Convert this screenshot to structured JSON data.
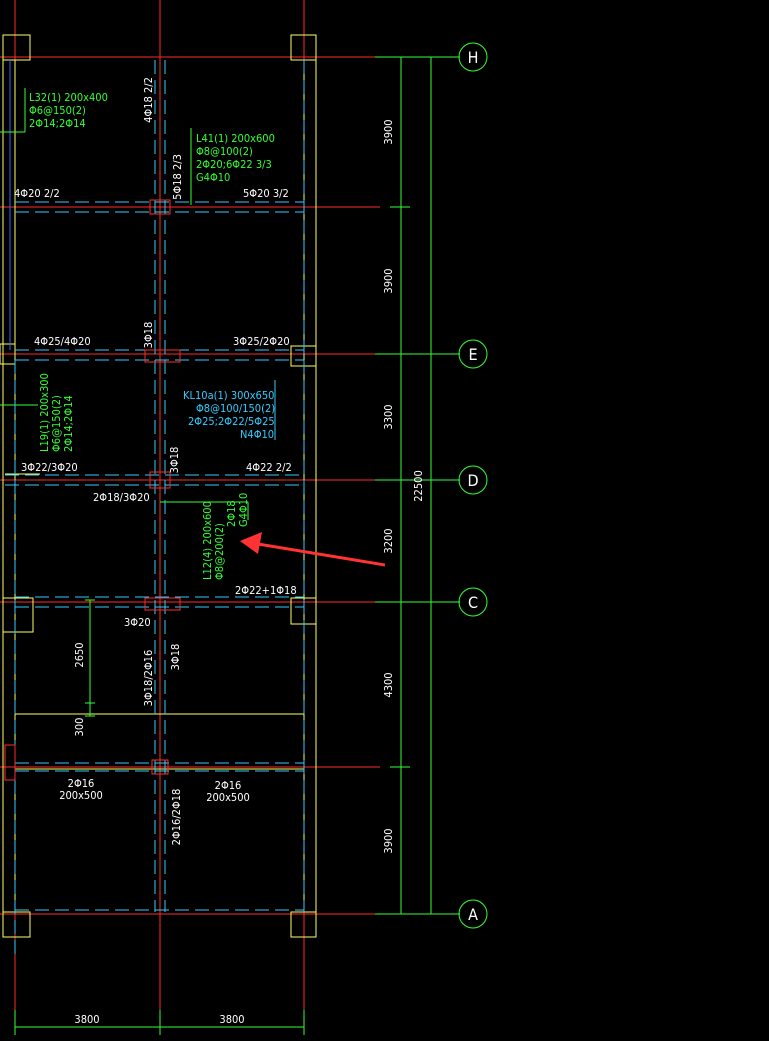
{
  "colors": {
    "background": "#000000",
    "axis_line": "#ff2a2a",
    "beam_dash": "#33ccff",
    "wall_line": "#ffff66",
    "dimension": "#33ff33",
    "label_white": "#ffffff",
    "label_green": "#33ff33",
    "label_cyan": "#33ccff",
    "arrow": "#ff3333"
  },
  "axes": {
    "H": "H",
    "E": "E",
    "D": "D",
    "C": "C",
    "A": "A"
  },
  "dimensions": {
    "seg_h_e_1": "3900",
    "seg_h_e_2": "3900",
    "seg_e_d": "3300",
    "seg_d_c": "3200",
    "seg_c_a_1": "4300",
    "seg_c_a_2": "3900",
    "total": "22500",
    "bottom_left": "3800",
    "bottom_right": "3800",
    "internal_2650": "2650",
    "internal_300": "300"
  },
  "beam_labels": {
    "l32": [
      "L32(1) 200x400",
      "Φ6@150(2)",
      "2Φ14;2Φ14"
    ],
    "l41": [
      "L41(1) 200x600",
      "Φ8@100(2)",
      "2Φ20;6Φ22 3/3",
      "G4Φ10"
    ],
    "kl10a": [
      "KL10a(1) 300x650",
      "Φ8@100/150(2)",
      "2Φ25;2Φ22/5Φ25",
      "N4Φ10"
    ],
    "l19": [
      "L19(1) 200x300",
      "Φ6@150(2)",
      "2Φ14;2Φ14"
    ],
    "l12": [
      "L12(4) 200x600",
      "Φ8@200(2)",
      "2Φ18",
      "G4Φ10"
    ]
  },
  "rebar_labels": {
    "top_v": "4Φ18 2/2",
    "mid_v1": "5Φ18 2/3",
    "r1_left": "4Φ20 2/2",
    "r1_right": "5Φ20 3/2",
    "e_left": "4Φ25/4Φ20",
    "e_right": "3Φ25/2Φ20",
    "e_v": "3Φ18",
    "d_left": "3Φ22/3Φ20",
    "d_right": "4Φ22 2/2",
    "d_v": "3Φ18",
    "d_below": "2Φ18/3Φ20",
    "c_right": "2Φ22+1Φ18",
    "c_below": "3Φ20",
    "c_v1": "3Φ18/2Φ16",
    "c_v2": "3Φ18",
    "low_left_1": "2Φ16",
    "low_left_2": "200x500",
    "low_right_1": "2Φ16",
    "low_right_2": "200x500",
    "low_v": "2Φ16/2Φ18"
  }
}
